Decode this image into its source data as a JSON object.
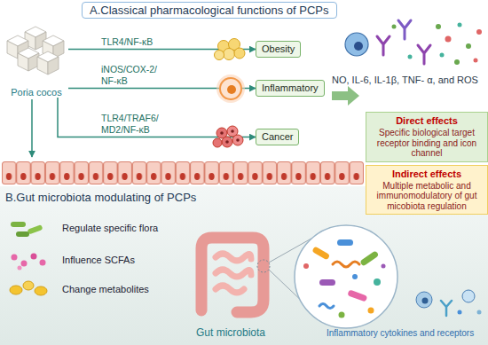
{
  "diagram": {
    "nodes": [
      {
        "text": [
          "A.Classical pharmacological functions of PCPs"
        ]
      },
      {
        "text": [
          "Poria cocos"
        ]
      },
      {
        "text": [
          "Obesity"
        ]
      },
      {
        "text": [
          "Inflammatory"
        ]
      },
      {
        "text": [
          "Cancer"
        ]
      },
      {
        "text": [
          "Direct effects",
          "Specific biological target receptor binding and icon channel"
        ]
      },
      {
        "text": [
          "Indirect effects",
          "Multiple metabolic and immunomodulatory of gut micobiota regulation"
        ]
      },
      {
        "text": [
          "B.Gut microbiota modulating of PCPs"
        ]
      },
      {
        "text": [
          "Gut microbiota"
        ],
        "in": 7
      }
    ],
    "edges": [
      {
        "from": 1,
        "to": 2,
        "arrow": "to",
        "label": "TLR4/NF-κB"
      },
      {
        "from": 1,
        "to": 3,
        "arrow": "to",
        "label": "iNOS/COX-2/ NF-κB"
      },
      {
        "from": 1,
        "to": 4,
        "arrow": "to",
        "label": "TLR4/TRAF6/ MD2/NF-κB"
      }
    ],
    "labels": [
      "NO, IL-6, IL-1β, TNF- α, and ROS",
      "Regulate specific flora",
      "Influence SCFAs",
      "Change metabolites",
      "Inflammatory cytokines and receptors"
    ]
  }
}
